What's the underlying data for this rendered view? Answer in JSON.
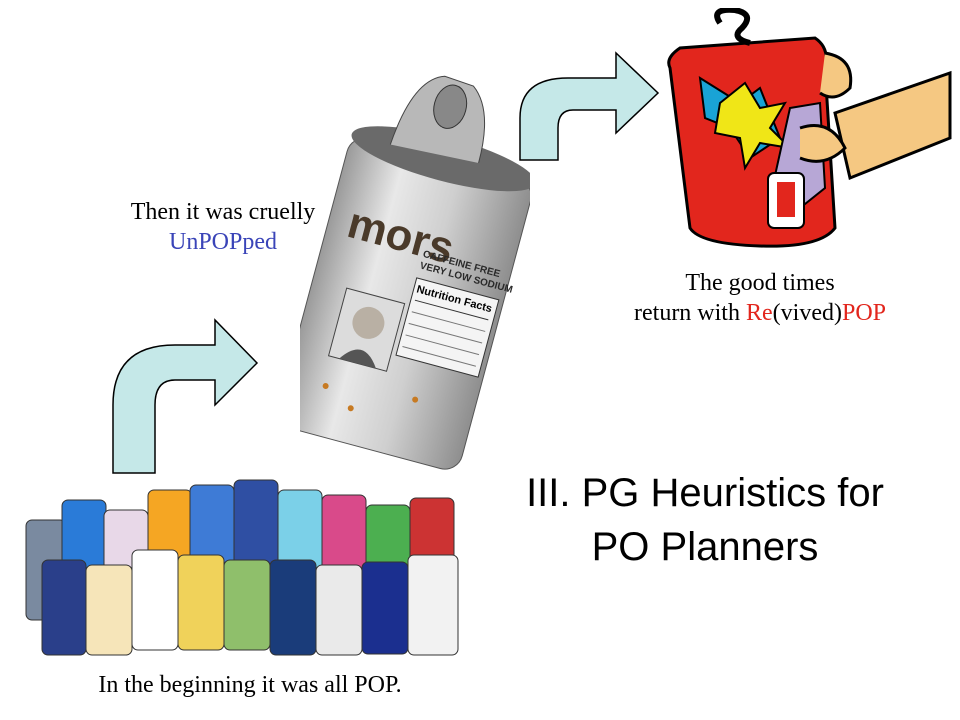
{
  "captions": {
    "unpopped_line1": "Then it was cruelly",
    "unpopped_line2": "UnPOPped",
    "revived_line1": "The good times",
    "revived_line2_prefix": "return with ",
    "revived_re": "Re",
    "revived_mid": "(vived)",
    "revived_pop": "POP",
    "beginning": "In the beginning it was all POP."
  },
  "title": {
    "line1": "III. PG Heuristics for",
    "line2": "PO Planners"
  },
  "label_wrapper": {
    "caffeine_line1": "CAFFEINE FREE",
    "caffeine_line2": "VERY LOW SODIUM",
    "nutrition": "Nutrition Facts",
    "brand_fragment": "mors"
  },
  "colors": {
    "arrow_fill": "#c5e8e8",
    "accent_blue": "#3a44b8",
    "accent_red": "#e2261d"
  }
}
